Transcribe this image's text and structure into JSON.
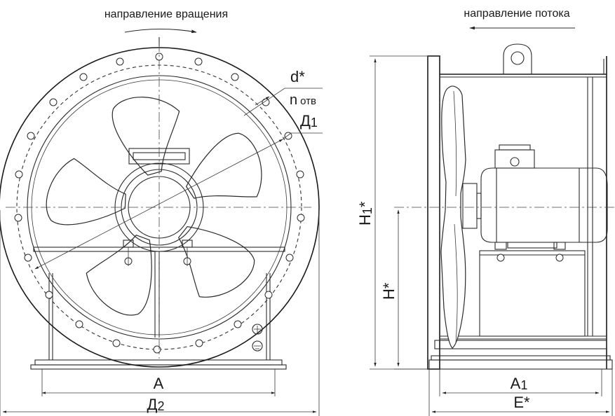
{
  "captions": {
    "rotation_direction": "направление вращения",
    "flow_direction": "направление потока"
  },
  "front_view": {
    "dim_d": "d*",
    "dim_n_holes_n": "n",
    "dim_n_holes_suffix": "отв",
    "dim_D1_main": "Д",
    "dim_D1_sub": "1",
    "dim_A": "A",
    "dim_D2_main": "Д",
    "dim_D2_sub": "2"
  },
  "side_view": {
    "dim_H1_main": "H",
    "dim_H1_sub": "1",
    "dim_H1_star": "*",
    "dim_H": "H*",
    "dim_A1_main": "A",
    "dim_A1_sub": "1",
    "dim_E": "E*"
  },
  "colors": {
    "line": "#2a2a2a",
    "background": "#ffffff"
  }
}
